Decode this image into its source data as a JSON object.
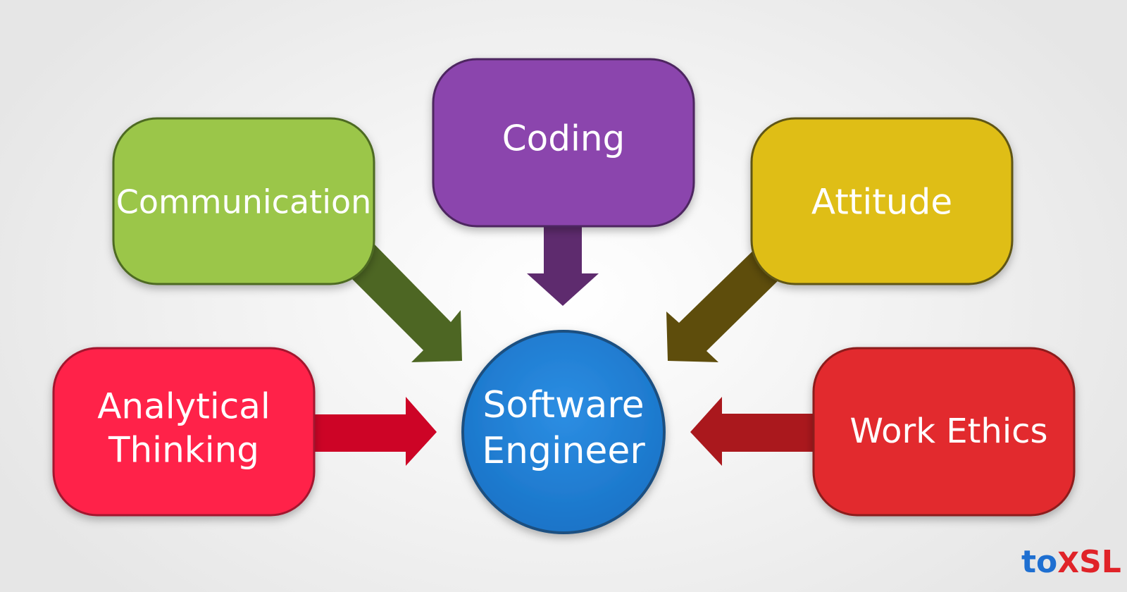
{
  "diagram": {
    "center": {
      "line1": "Software",
      "line2": "Engineer",
      "color": "#1f80d6",
      "border": "#1c4f80"
    },
    "nodes": [
      {
        "id": "communication",
        "line1": "Communication",
        "line2": "",
        "color": "#9bc64a",
        "border": "#4e6a23",
        "arrow_color": "#4d6623"
      },
      {
        "id": "coding",
        "line1": "Coding",
        "line2": "",
        "color": "#8b44ad",
        "border": "#4e2561",
        "arrow_color": "#5e2b6e"
      },
      {
        "id": "attitude",
        "line1": "Attitude",
        "line2": "",
        "color": "#dfbe13",
        "border": "#5f5512",
        "arrow_color": "#5e4d0c"
      },
      {
        "id": "analytical-thinking",
        "line1": "Analytical",
        "line2": "Thinking",
        "color": "#ff2349",
        "border": "#a3152f",
        "arrow_color": "#cd0426"
      },
      {
        "id": "work-ethics",
        "line1": "Work Ethics",
        "line2": "",
        "color": "#e22c2e",
        "border": "#8c1a1a",
        "arrow_color": "#aa181d"
      }
    ]
  },
  "logo": {
    "part1": "to",
    "part2": "X",
    "part3": "SL",
    "color1": "#1e6fd1",
    "color2": "#e02328"
  }
}
